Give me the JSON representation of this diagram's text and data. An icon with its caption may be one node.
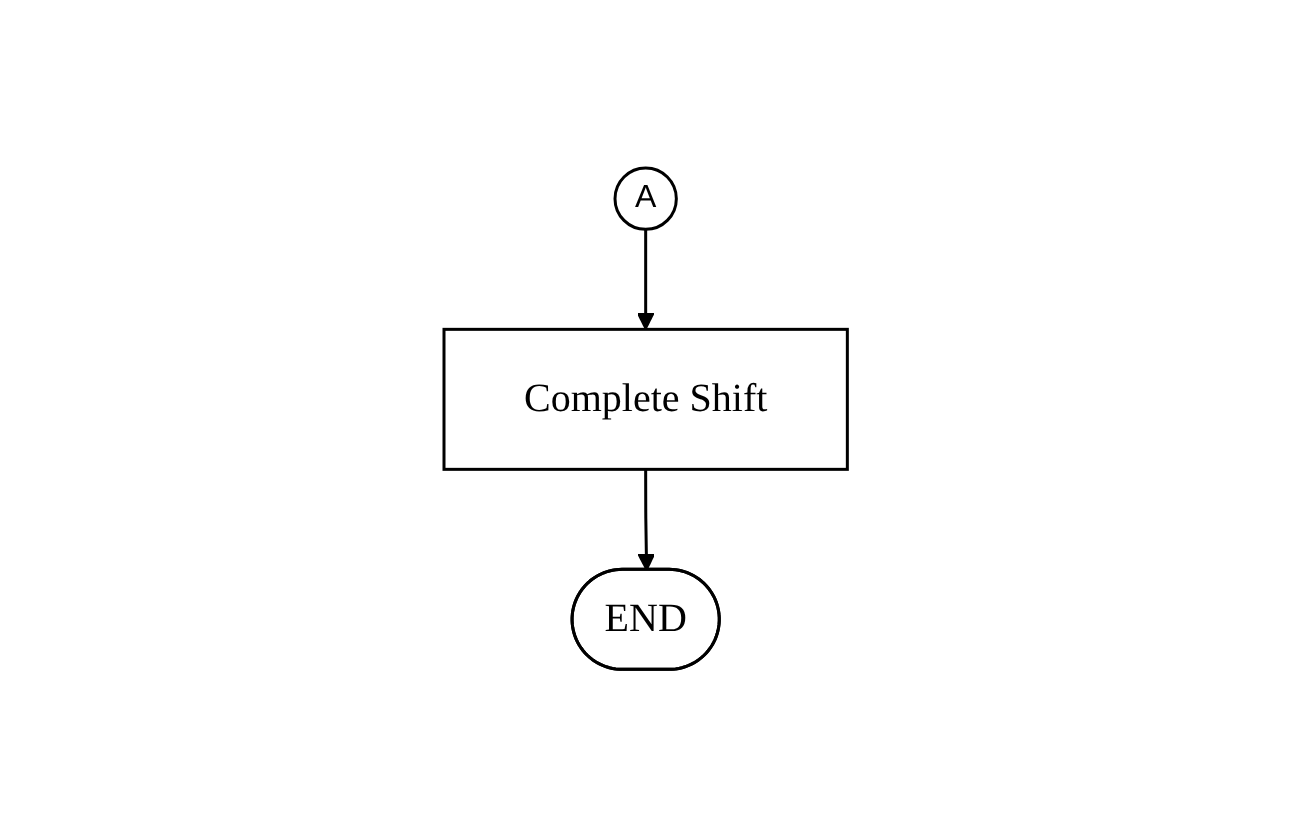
{
  "diagram": {
    "nodes": [
      {
        "text": [
          "A"
        ]
      },
      {
        "text": [
          "Complete Shift"
        ]
      },
      {
        "text": [
          "END"
        ]
      }
    ],
    "edges": [
      {
        "from": 0,
        "to": 1,
        "arrow": "to"
      },
      {
        "from": 1,
        "to": 2,
        "arrow": "to"
      }
    ]
  }
}
